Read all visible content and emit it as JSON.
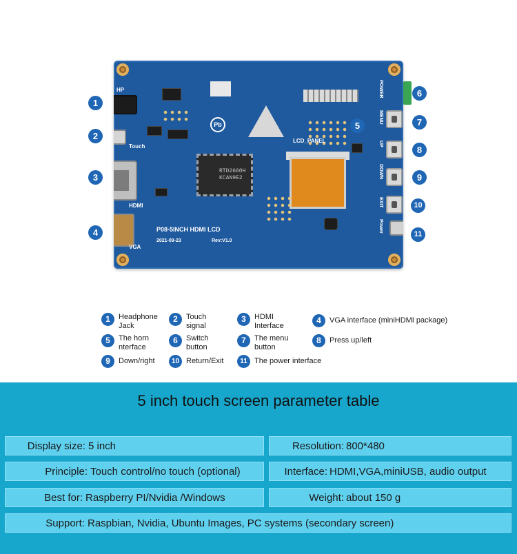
{
  "board": {
    "pcb_title": "P08-5INCH HDMI LCD",
    "pcb_date": "2021-09-23",
    "pcb_rev": "Rev:V1.0",
    "chip_label": "RTD2660H\nKCAN9E2",
    "silk_hp": "HP",
    "silk_touch": "Touch",
    "silk_hdmi": "HDMI",
    "silk_vga": "VGA",
    "silk_lcd": "LCD_PANEL",
    "silk_pb": "Pb",
    "side_labels": [
      "POWER",
      "MENU",
      "UP",
      "DOWN",
      "EXIT",
      "Power"
    ],
    "callouts": [
      "1",
      "2",
      "3",
      "4",
      "5",
      "6",
      "7",
      "8",
      "9",
      "10",
      "11"
    ]
  },
  "legend": [
    {
      "num": "1",
      "text": "Headphone\nJack"
    },
    {
      "num": "2",
      "text": "Touch\nsignal"
    },
    {
      "num": "3",
      "text": "HDMI\nInterface"
    },
    {
      "num": "4",
      "text": "VGA interface (miniHDMI package)"
    },
    {
      "num": "5",
      "text": "The horn\nnterface"
    },
    {
      "num": "6",
      "text": "Switch\nbutton"
    },
    {
      "num": "7",
      "text": "The menu\nbutton"
    },
    {
      "num": "8",
      "text": "Press up/left"
    },
    {
      "num": "9",
      "text": "Down/right"
    },
    {
      "num": "10",
      "text": "Return/Exit"
    },
    {
      "num": "11",
      "text": "The power interface"
    }
  ],
  "params": {
    "title": "5 inch touch screen parameter table",
    "display_label": "Display size:",
    "display_value": "5 inch",
    "resolution_label": "Resolution:",
    "resolution_value": "800*480",
    "principle_label": "Principle:",
    "principle_value": "Touch control/no touch (optional)",
    "interface_label": "Interface:",
    "interface_value": "HDMI,VGA,miniUSB, audio output",
    "bestfor_label": "Best for:",
    "bestfor_value": "Raspberry PI/Nvidia /Windows",
    "weight_label": "Weight:",
    "weight_value": "about 150 g",
    "support_label": "Support:",
    "support_value": "Raspbian, Nvidia, Ubuntu Images, PC systems (secondary screen)"
  },
  "colors": {
    "pcb": "#1f5a9e",
    "badge": "#1f66b5",
    "panel": "#17a7cc",
    "row": "#5fd0ee"
  }
}
